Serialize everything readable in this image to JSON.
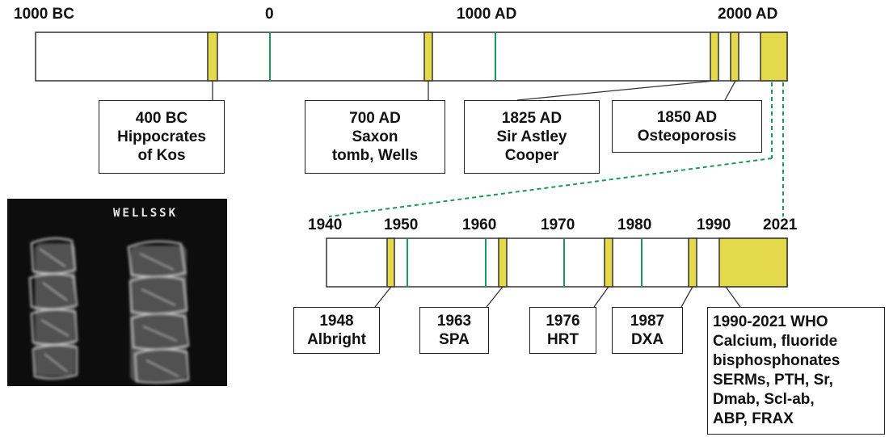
{
  "colors": {
    "marker": "#e4d94a",
    "event_line": "#1a9a5a",
    "dashed": "#1a9a5a",
    "frame": "#333333"
  },
  "top_timeline": {
    "labels": [
      "1000 BC",
      "0",
      "1000 AD",
      "2000 AD"
    ],
    "callouts": [
      {
        "lines": [
          "400 BC",
          "Hippocrates",
          "of Kos"
        ]
      },
      {
        "lines": [
          "700 AD",
          "Saxon",
          "tomb, Wells"
        ]
      },
      {
        "lines": [
          "1825 AD",
          "Sir Astley",
          "Cooper"
        ]
      },
      {
        "lines": [
          "1850 AD",
          "Osteoporosis"
        ]
      }
    ]
  },
  "bottom_timeline": {
    "labels": [
      "1940",
      "1950",
      "1960",
      "1970",
      "1980",
      "1990",
      "2021"
    ],
    "callouts": [
      {
        "lines": [
          "1948",
          "Albright"
        ]
      },
      {
        "lines": [
          "1963",
          "SPA"
        ]
      },
      {
        "lines": [
          "1976",
          "HRT"
        ]
      },
      {
        "lines": [
          "1987",
          "DXA"
        ]
      },
      {
        "lines": [
          "1990-2021 WHO",
          "Calcium, fluoride",
          "bisphosphonates",
          "SERMs, PTH, Sr,",
          "Dmab, Scl-ab,",
          "ABP, FRAX"
        ]
      }
    ]
  },
  "xray": {
    "caption": "WELLSSK",
    "icon": "spine-xray-image"
  }
}
